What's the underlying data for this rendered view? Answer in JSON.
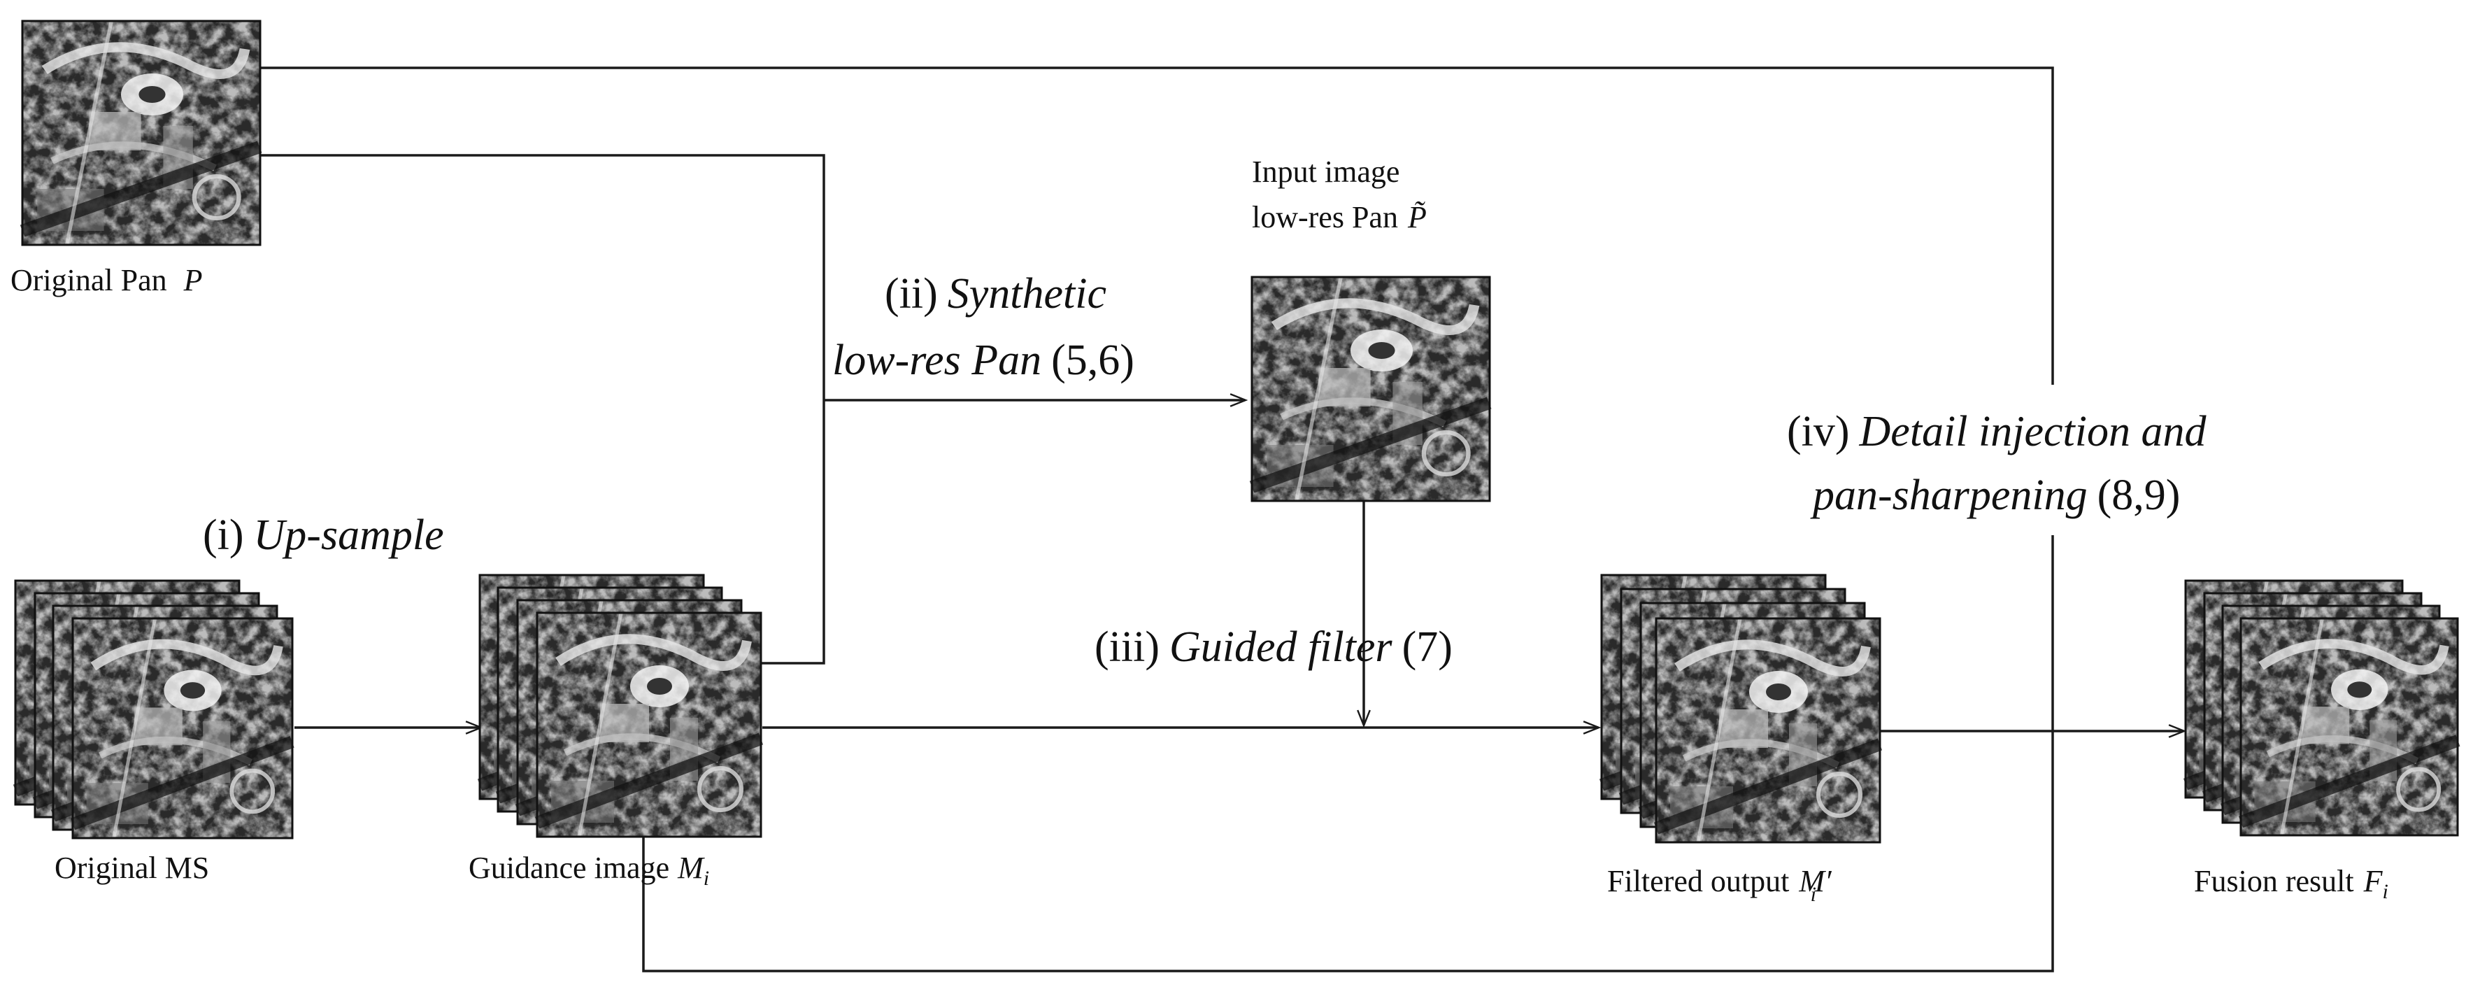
{
  "images": {
    "original_pan": {
      "label": "Original Pan",
      "symbol": "P"
    },
    "original_ms": {
      "label": "Original MS"
    },
    "guidance": {
      "label": "Guidance image",
      "symbol": "M",
      "subscript": "i"
    },
    "input_lowres": {
      "label_line1": "Input image",
      "label_line2": "low-res Pan",
      "symbol": "P̃"
    },
    "filtered": {
      "label": "Filtered output",
      "symbol": "M",
      "prime": "′",
      "subscript": "i"
    },
    "fusion": {
      "label": "Fusion result",
      "symbol": "F",
      "subscript": "i"
    }
  },
  "steps": {
    "s1": {
      "num": "(i)",
      "name": "Up-sample"
    },
    "s2": {
      "num": "(ii)",
      "name_line1": "Synthetic",
      "name_line2": "low-res Pan",
      "ref": "(5,6)"
    },
    "s3": {
      "num": "(iii)",
      "name": "Guided  filter",
      "ref": "(7)"
    },
    "s4": {
      "num": "(iv)",
      "name_line1": "Detail injection and",
      "name_line2": "pan-sharpening",
      "ref": "(8,9)"
    }
  }
}
